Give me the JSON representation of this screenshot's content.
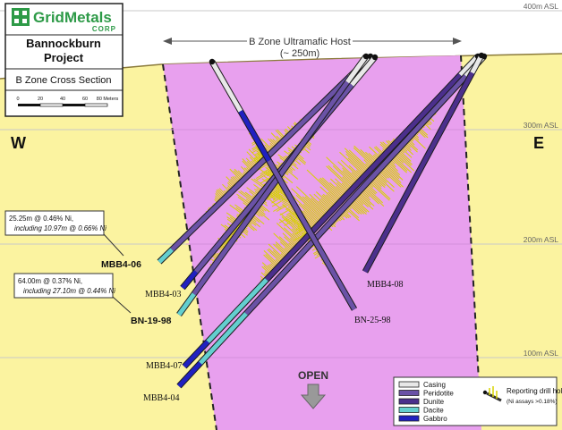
{
  "logo": {
    "name": "GridMetals",
    "sub": "CORP",
    "icon": "grid-logo-icon"
  },
  "title": {
    "line1": "Bannockburn",
    "line2": "Project",
    "subtitle": "B Zone Cross Section"
  },
  "scale_bar": {
    "labels": [
      "0",
      "20",
      "40",
      "60",
      "80 Meters"
    ]
  },
  "direction": {
    "west": "W",
    "east": "E"
  },
  "host": {
    "label1": "B Zone Ultramafic Host",
    "label2": "(~ 250m)"
  },
  "elevations": [
    "400m ASL",
    "300m ASL",
    "200m ASL",
    "100m ASL"
  ],
  "open_label": "OPEN",
  "holes": [
    "MBB4-06",
    "MBB4-03",
    "BN-19-98",
    "MBB4-07",
    "MBB4-04",
    "MBB4-08",
    "BN-25-98"
  ],
  "callouts": [
    {
      "line1": "25.25m @ 0.46% Ni,",
      "line2": "including 10.97m @ 0.66% Ni"
    },
    {
      "line1": "64.00m @ 0.37% Ni,",
      "line2": "including 27.10m @ 0.44% Ni"
    }
  ],
  "legend": {
    "items": [
      {
        "label": "Casing",
        "color": "#e8e8e8"
      },
      {
        "label": "Peridotite",
        "color": "#6a52a6"
      },
      {
        "label": "Dunite",
        "color": "#4b2f8c"
      },
      {
        "label": "Dacite",
        "color": "#63cfcf"
      },
      {
        "label": "Gabbro",
        "color": "#2020c0"
      }
    ],
    "reporting_label": "Reporting drill hole",
    "reporting_note": "(Ni assays >0.18%)",
    "reporting_icon": "drill-hole-icon"
  },
  "colors": {
    "host_rock": "#fbf3a0",
    "ultramafic": "#e8a0ee",
    "assay": "#d8d200",
    "brand_green": "#2d9a47"
  }
}
